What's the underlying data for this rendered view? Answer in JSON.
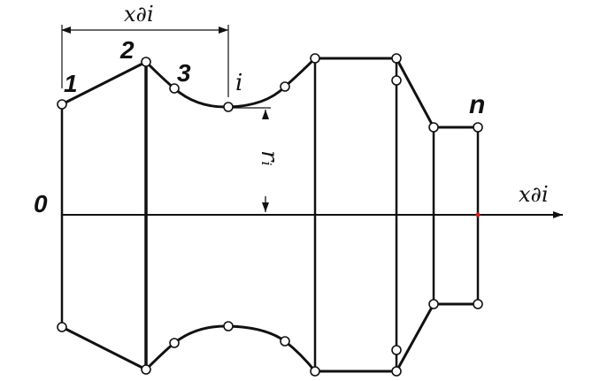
{
  "diagram": {
    "labels": {
      "origin": "0",
      "node_1": "1",
      "node_2": "2",
      "node_3": "3",
      "node_i": "i",
      "node_n": "n",
      "dim_top": "x∂i",
      "axis_x": "x∂i",
      "radius": "rᵢ"
    },
    "colors": {
      "stroke": "#111111",
      "node_fill": "#ffffff",
      "axis_end_marker": "#cc2222"
    }
  }
}
